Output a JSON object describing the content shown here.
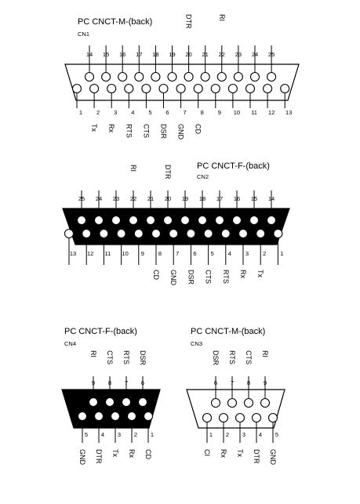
{
  "connectors": [
    {
      "id": "cn1",
      "title": "PC CNCT-M-(back)",
      "label": "CN1",
      "gender": "male",
      "top_pins": [
        "14",
        "15",
        "16",
        "17",
        "18",
        "19",
        "20",
        "21",
        "22",
        "23",
        "24",
        "25"
      ],
      "bottom_pins": [
        "1",
        "2",
        "3",
        "4",
        "5",
        "6",
        "7",
        "8",
        "9",
        "10",
        "11",
        "12",
        "13"
      ],
      "top_signals": {
        "20": "DTR",
        "22": "RI"
      },
      "bottom_signals": {
        "2": "Tx",
        "3": "Rx",
        "4": "RTS",
        "5": "CTS",
        "6": "DSR",
        "7": "GND",
        "8": "CD"
      }
    },
    {
      "id": "cn2",
      "title": "PC CNCT-F-(back)",
      "label": "CN2",
      "gender": "female",
      "top_pins": [
        "25",
        "24",
        "23",
        "22",
        "21",
        "20",
        "19",
        "18",
        "17",
        "16",
        "15",
        "14"
      ],
      "bottom_pins": [
        "13",
        "12",
        "11",
        "10",
        "9",
        "8",
        "7",
        "6",
        "5",
        "4",
        "3",
        "2",
        "1"
      ],
      "top_signals": {
        "22": "RI",
        "20": "DTR"
      },
      "bottom_signals": {
        "8": "CD",
        "7": "GND",
        "6": "DSR",
        "5": "CTS",
        "4": "RTS",
        "3": "Rx",
        "2": "Tx"
      }
    },
    {
      "id": "cn4",
      "title": "PC CNCT-F-(back)",
      "label": "CN4",
      "gender": "female",
      "top_pins": [
        "9",
        "8",
        "7",
        "6"
      ],
      "bottom_pins": [
        "5",
        "4",
        "3",
        "2",
        "1"
      ],
      "top_signals": {
        "9": "RI",
        "8": "CTS",
        "7": "RTS",
        "6": "DSR"
      },
      "bottom_signals": {
        "5": "GND",
        "4": "DTR",
        "3": "Tx",
        "2": "Rx",
        "1": "CD"
      }
    },
    {
      "id": "cn3",
      "title": "PC CNCT-M-(back)",
      "label": "CN3",
      "gender": "male",
      "top_pins": [
        "6",
        "7",
        "8",
        "9"
      ],
      "bottom_pins": [
        "1",
        "2",
        "3",
        "4",
        "5"
      ],
      "top_signals": {
        "6": "DSR",
        "7": "RTS",
        "8": "CTS",
        "9": "RI"
      },
      "bottom_signals": {
        "1": "CI",
        "2": "Rx",
        "3": "Tx",
        "4": "DTR",
        "5": "GND"
      }
    }
  ],
  "colors": {
    "ink": "#000000",
    "paper": "#ffffff"
  }
}
